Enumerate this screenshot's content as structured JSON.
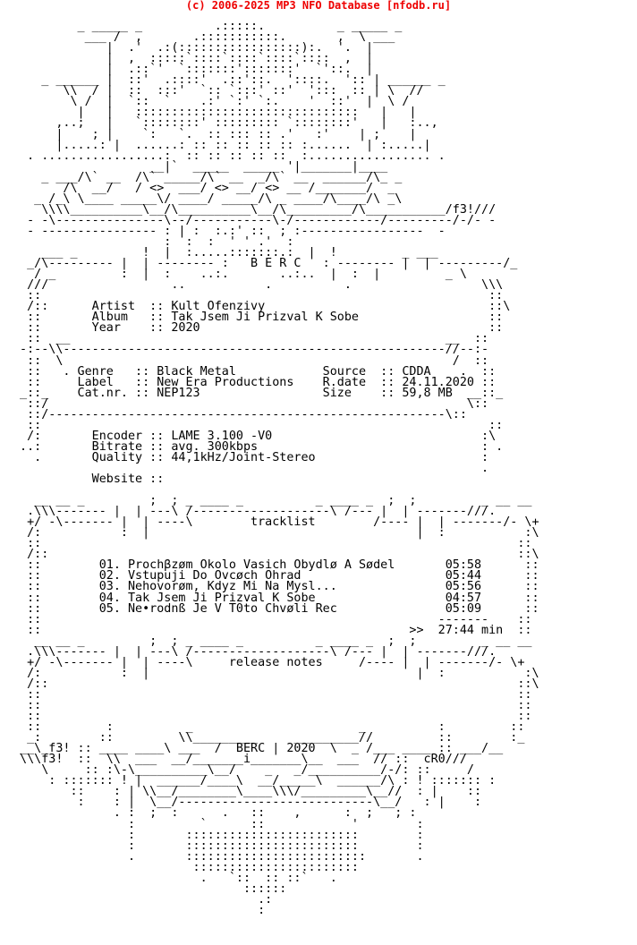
{
  "banner": "(c) 2006-2025 MP3 NFO Database [nfodb.ru]",
  "nfo_lines": [
    "",
    "         _ _____ _          .:::::.          _ _____ _",
    "          ___ /  ,       .:::::::::::.       ,  \\ ___",
    "             |  .'  .:(:::::::::::::::::):.  '.  |",
    "             |  ,  :::::`::::`::::`::::`::::  ,  |",
    "             |  .::`'  `:::::::':::::::'  `'::.  |",
    "    _ ______ |  ::'  .::::'  .::'::.  '::::.  ':: | ______ _",
    "       \\\\  / |  ::  :::'  `:: `:::' ::'  ':::  :: | \\  //",
    "        \\ /  |  `::  `    .:' `:' `:.    '  ::'  |  \\ /",
    "         |   |   :::::::::::::::::::::::::::::::   |   |",
    "      ,..;   |   `::::::::' ::::::::: `::::::::'   |   :..,",
    "      |    ; |    `:   `.  :: ::: :: .'   :'    | ;    |",
    "      |.....: |  ......: :: :: :: :: :: :......  | :.....|",
    "  . .................:  :: :: :: :: ::  :................. .",
    "                   __|`  _____  _____ '|_______|____",
    "    _ ___/\\` __  /\\` _____/\\` __  _/\\` __  ______/\\_ _",
    "       /\\  __/   / <>  ___/ <> __/ <> __ /_______/  _",
    "   _ /_\\ \\____ _____\\/ ____/ _____/\\ _ ____/\\____/\\ _\\",
    "    \\\\\\\\__________\\__/\\__________\\__/\\_________/\\___________/f3!///",
    "  - -\\---------------\\--/-----------\\-/------------/---------/-/- -",
    "  - ---------------- : | :  :.:' ::  ; :-----------------  -",
    "                     :  :  :  ' ' .'  :",
    "    ___ _         !  |  :.....:::::::.:  |  !         _ ___",
    "  _/\\--------- |  | -------- :   B E R C   : -------- |  | ---------/_",
    "   / _         :  |  :    ..:.       ..:..  |  :  |         _ \\",
    "  ///                 ..           .          .                  \\\\\\",
    "  ::                                                              ::",
    "  /::      Artist  :: Kult Ofenzivy                               ::\\",
    "  ::       Album   :: Tak Jsem Ji Prizval K Sobe                  ::",
    "  ::       Year    :: 2020                                        ::",
    "  ::  __                                                    __  ::",
    " -:--\\\\-----------------------------------------------------//--:-",
    "  ::  \\                                                      /  ::",
    "  ::   . Genre   :: Black Metal            Source  :: CDDA    .  ::",
    "  ::     Label   :: New Era Productions    R.date  :: 24.11.2020 ::",
    " _::_    Cat.nr. :: NEP123                 Size    :: 59,8 MB  __::_",
    "  ::/                                                          \\::",
    "  ::/-------------------------------------------------------\\::",
    "  ::                                                              ::",
    "  /:       Encoder :: LAME 3.100 -V0                             :\\",
    " ..:       Bitrate :: avg. 300kbps                               : .",
    "   .       Quality :: 44,1kHz/Joint-Stereo                       :",
    "                                                                 .",
    "           Website ::",
    "",
    "   __ __ _         ;  ; _ ____ _          _ ____ _  ;  ;         _ __ __",
    "  .\\\\\\------- |  | ---\\ /-------------------\\ /--- |  | -------///.",
    "  +/ -\\------- |  | ----\\        tracklist        /---- |  | -------/- \\+",
    "  /:           :  |                                     |  :           :\\",
    "  ::                                                                  ::",
    "  /::                                                                 ::\\",
    "  ::        01. Prochβzøm Okolo Vasich Obydlø A Sødel       05:58      ::",
    "  ::        02. Vstupuji Do Ovcøch Ohrad                    05:44      ::",
    "  ::        03. Nehovorøm, Kdyz Mi Na Mysl...               05:56      ::",
    "  ::        04. Tak Jsem Ji Prizval K Sobe                  04:57      ::",
    "  ::        05. Ne•rodnß Je V T0to Chvøli Rec               05:09      ::",
    "  ::                                                       -------    ::",
    "  ::                                                   >>  27:44 min  ::",
    "   __ __ _         ;  ; _ ____ _          _ ____ _  ;  ;         _ __ __",
    "  .\\\\\\------- |  | ---\\ /-------------------\\ /--- |  | -------///.",
    "  +/ -\\------- |  | ----\\     release notes     /---- |  | -------/- \\+",
    "  /:           :  |                                     |  :           :\\",
    "  /::                                                                 ::\\",
    "  ::                                                                  ::",
    "  ::                                                                  ::",
    "  ::                                                                  ::",
    "  ::         :          _                       _          :         ::",
    "  _:        ::         \\\\_________     _________//         ::        :_",
    " __\\_f3! :: ____ ____\\ ___  /  BERC | 2020  \\  _ /___ ____ :: ___/__",
    " \\\\\\f3!  ::  \\\\  ___  __/_______i_______\\__  ___  // ::  cR0///",
    "    \\     :: :\\-\\__________\\__/    _   _/__________/-/: ::     /",
    "     : ::::::: ! |  ______/____\\  __/_____\\  ______/\\ : ! ::::::: :",
    "        ::    : | \\\\__/________\\____\\\\\\/_________\\__//  : |    ::",
    "         :    : |  \\__/---------------------------\\__/   : |    :",
    "              . :  ;  :      .   ::    ,      :  ;   ; :",
    "                :         `      ::            '        :",
    "                :       ::::::::::::::::::::::::        :",
    "                :       ::::::::::::::::::::::::        :",
    "                .       :::::::::::::::::::::::::       .",
    "                         :::::::::::::::::::::::",
    "                          .   `::  :: ::`   .",
    "                                ::::::",
    "                                  .:",
    "                                  :"
  ]
}
